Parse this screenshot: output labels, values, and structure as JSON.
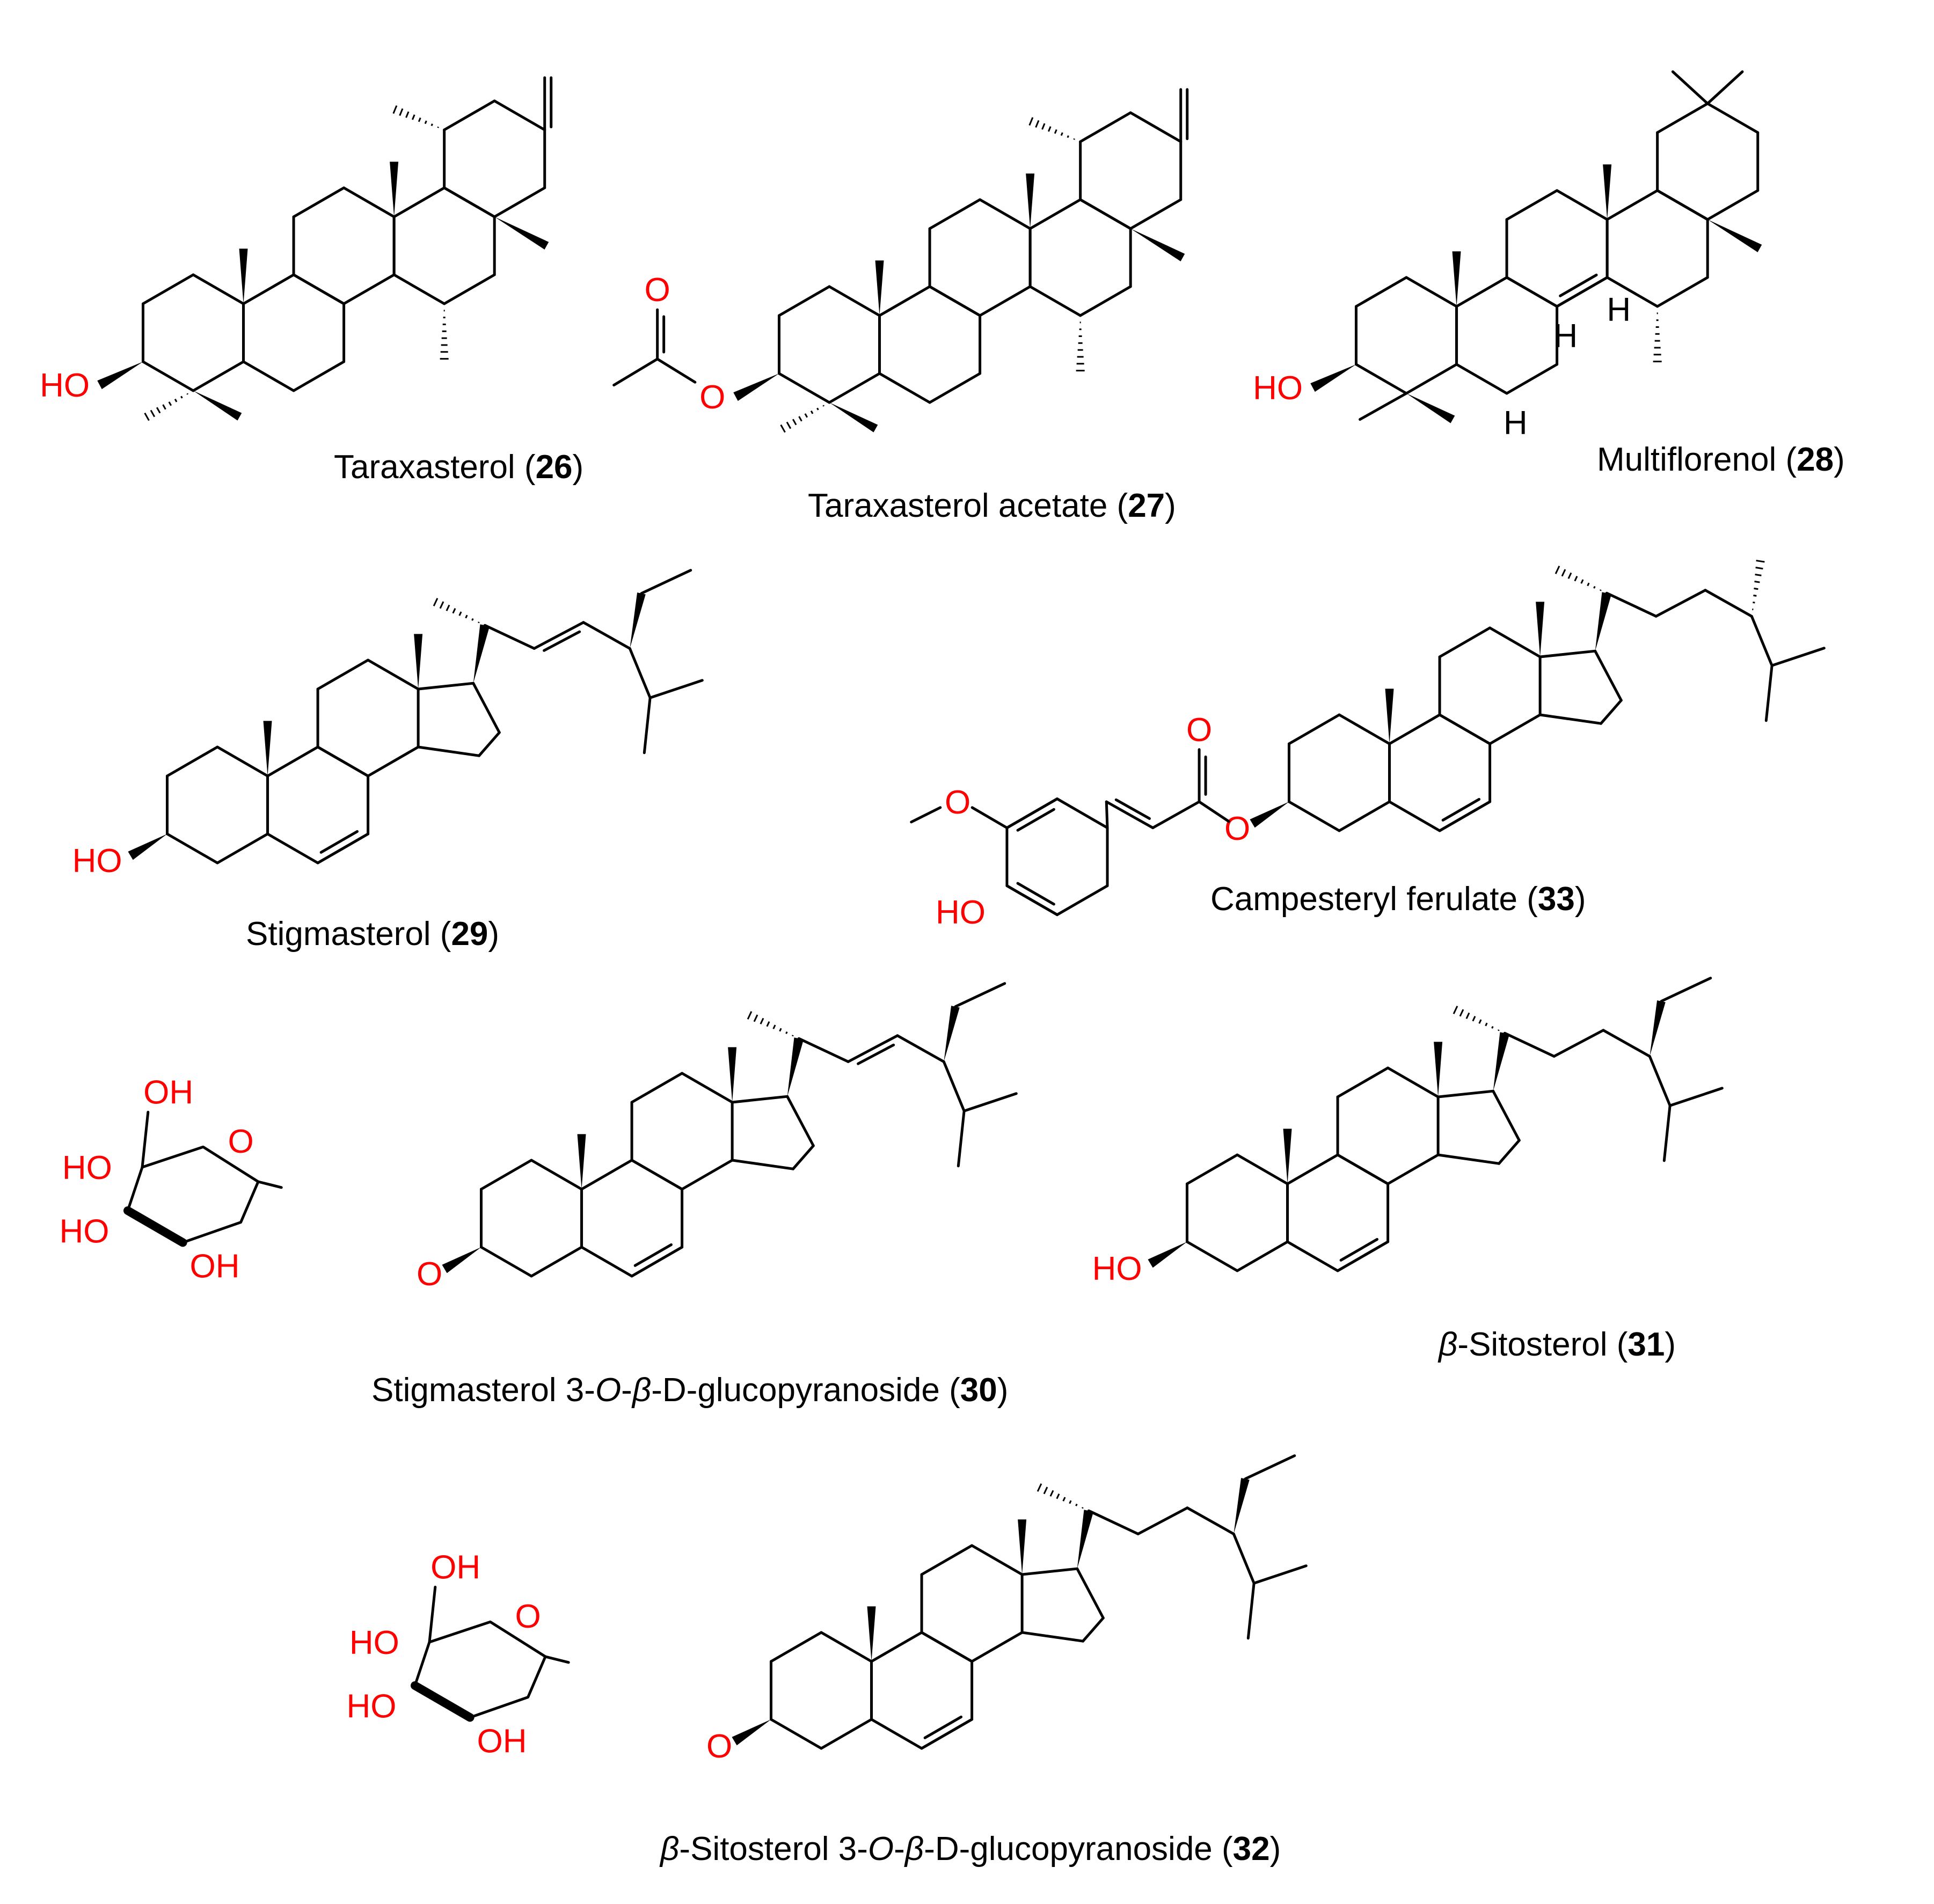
{
  "colors": {
    "bond": "#000000",
    "heteroatom": "#ff0000",
    "caption": "#000000",
    "background": "#ffffff"
  },
  "atoms": {
    "hydroxyl": "HO",
    "hydroxyl_right": "OH",
    "oxygen": "O",
    "hydrogen": "H"
  },
  "compounds": [
    {
      "name": "Taraxasterol",
      "number": "26"
    },
    {
      "name": "Taraxasterol acetate",
      "number": "27"
    },
    {
      "name": "Multiflorenol",
      "number": "28"
    },
    {
      "name": "Stigmasterol",
      "number": "29"
    },
    {
      "name": "Campesteryl ferulate",
      "number": "33"
    },
    {
      "name_html": "Stigmasterol 3-<i>O</i>-<i>β</i>-D-glucopyranoside",
      "number": "30"
    },
    {
      "name_html": "<i>β</i>-Sitosterol",
      "number": "31"
    },
    {
      "name_html": "<i>β</i>-Sitosterol 3-<i>O</i>-<i>β</i>-D-glucopyranoside",
      "number": "32"
    }
  ]
}
